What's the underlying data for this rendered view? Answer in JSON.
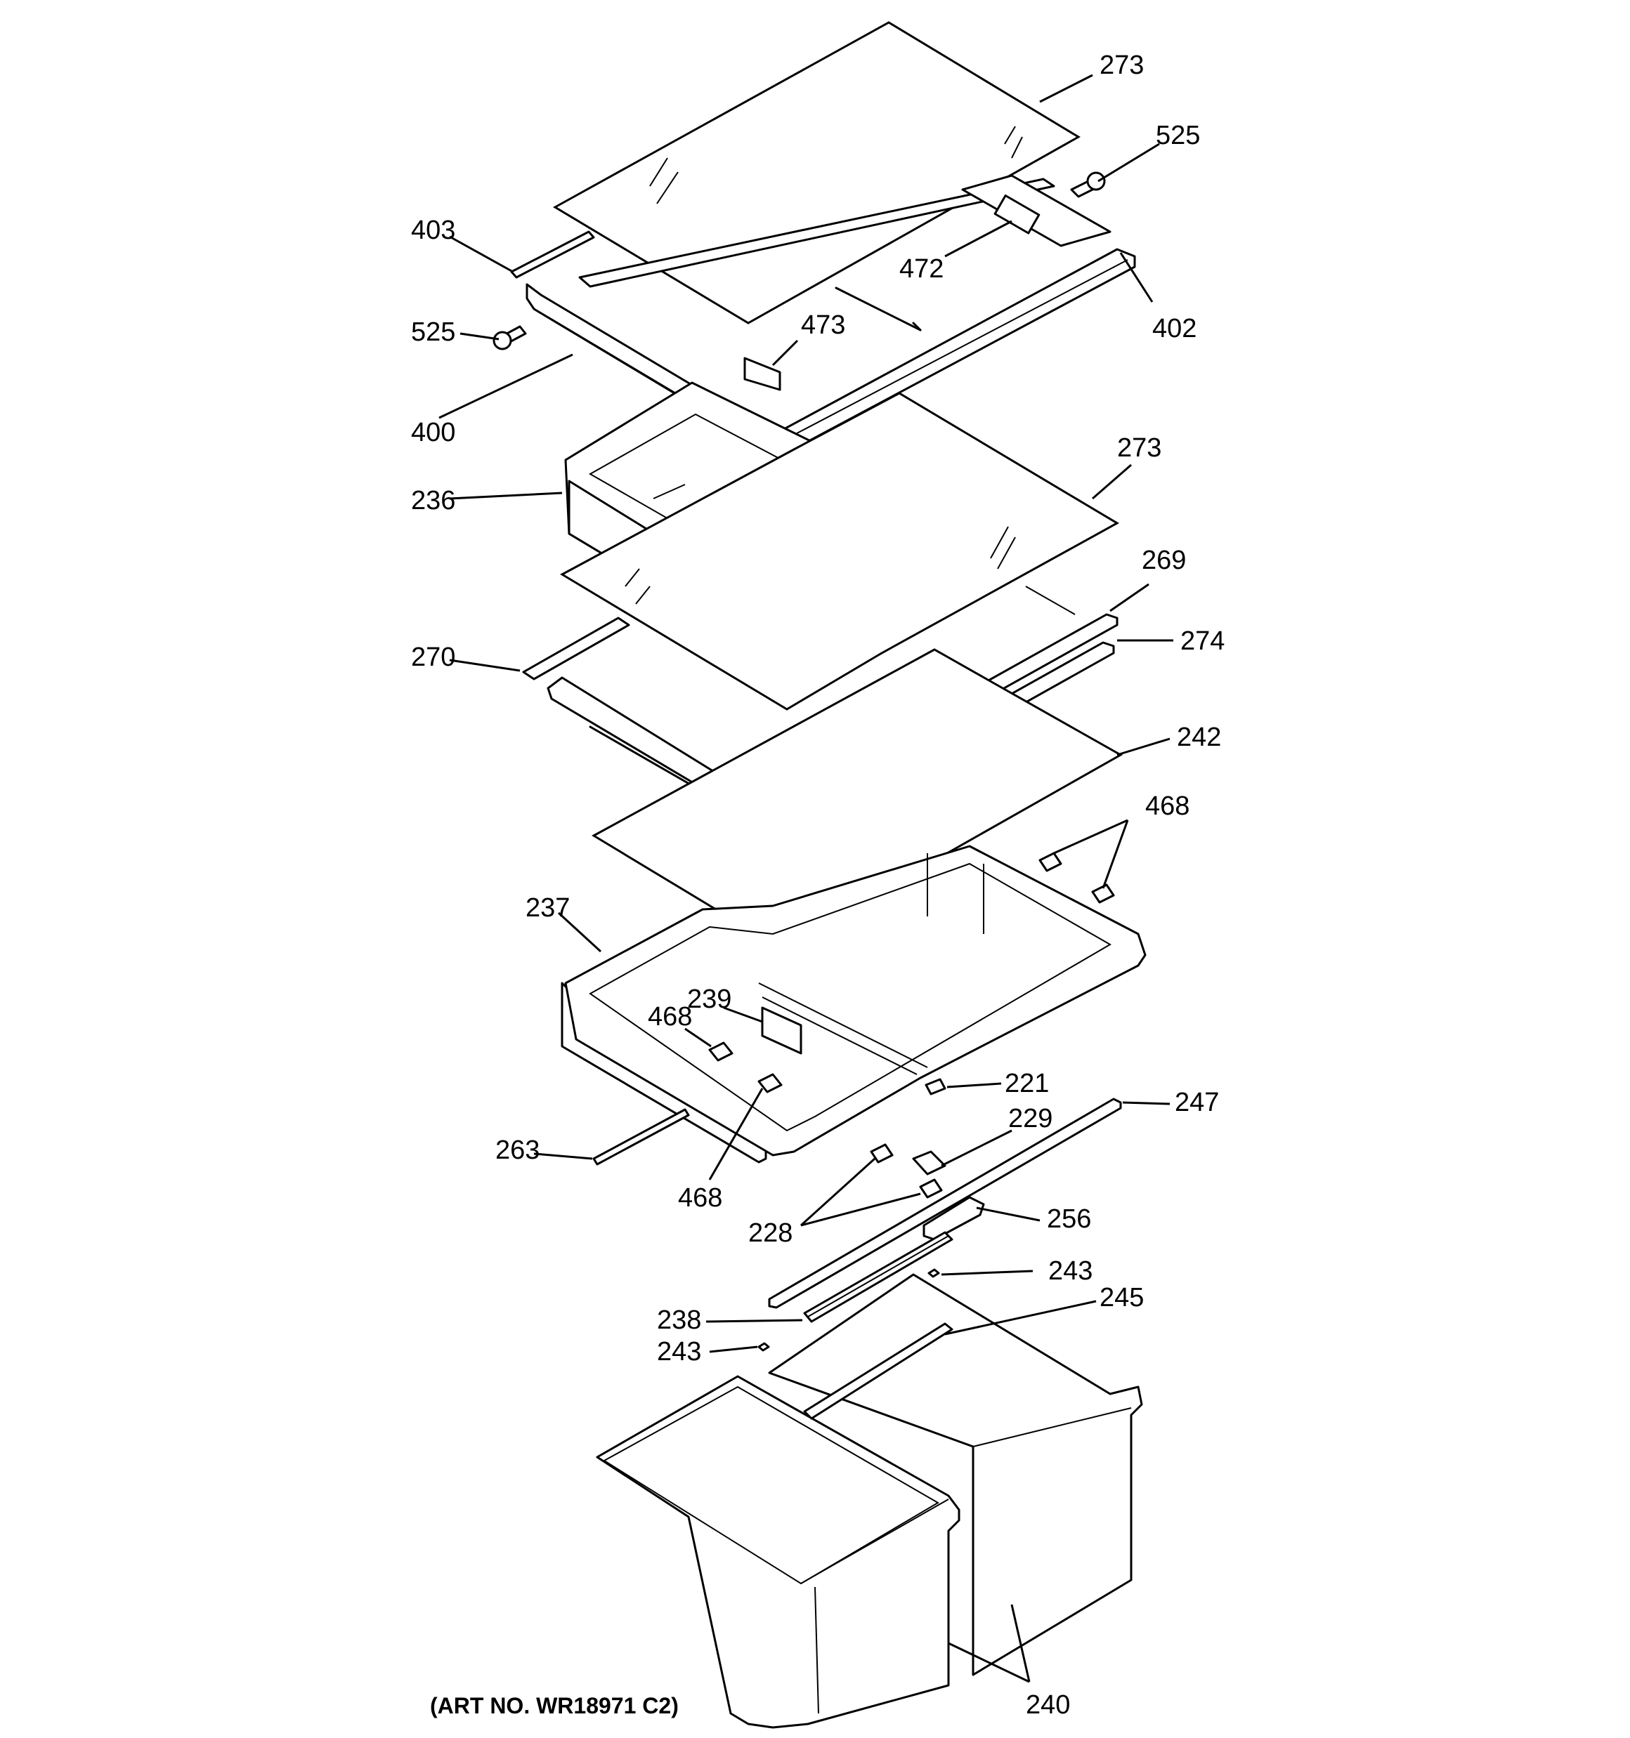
{
  "callouts": [
    {
      "id": "c273a",
      "text": "273"
    },
    {
      "id": "c525a",
      "text": "525"
    },
    {
      "id": "c403",
      "text": "403"
    },
    {
      "id": "c472",
      "text": "472"
    },
    {
      "id": "c402",
      "text": "402"
    },
    {
      "id": "c525b",
      "text": "525"
    },
    {
      "id": "c473",
      "text": "473"
    },
    {
      "id": "c400",
      "text": "400"
    },
    {
      "id": "c273b",
      "text": "273"
    },
    {
      "id": "c236",
      "text": "236"
    },
    {
      "id": "c269",
      "text": "269"
    },
    {
      "id": "c270",
      "text": "270"
    },
    {
      "id": "c274",
      "text": "274"
    },
    {
      "id": "c242",
      "text": "242"
    },
    {
      "id": "c468a",
      "text": "468"
    },
    {
      "id": "c237",
      "text": "237"
    },
    {
      "id": "c239",
      "text": "239"
    },
    {
      "id": "c468b",
      "text": "468"
    },
    {
      "id": "c221",
      "text": "221"
    },
    {
      "id": "c247",
      "text": "247"
    },
    {
      "id": "c229",
      "text": "229"
    },
    {
      "id": "c263",
      "text": "263"
    },
    {
      "id": "c468c",
      "text": "468"
    },
    {
      "id": "c228",
      "text": "228"
    },
    {
      "id": "c256",
      "text": "256"
    },
    {
      "id": "c243a",
      "text": "243"
    },
    {
      "id": "c245",
      "text": "245"
    },
    {
      "id": "c238",
      "text": "238"
    },
    {
      "id": "c243b",
      "text": "243"
    },
    {
      "id": "c240",
      "text": "240"
    }
  ],
  "art_number": "(ART NO. WR18971 C2)"
}
